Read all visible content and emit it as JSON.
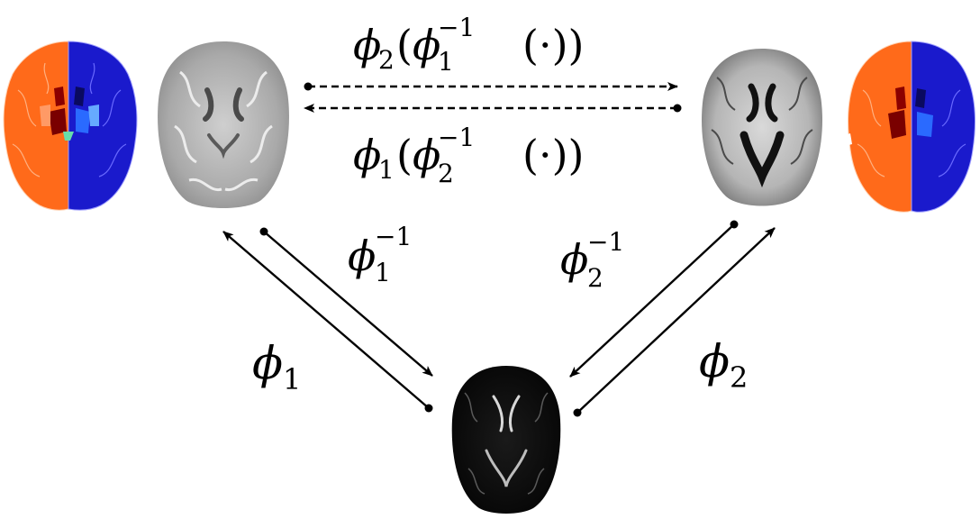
{
  "labels": {
    "top_forward": {
      "phi": "ϕ",
      "sub": "2",
      "open": "(",
      "phi_inner": "ϕ",
      "sup": "−1",
      "inner_sub": "1",
      "arg": "(·))"
    },
    "top_backward": {
      "phi": "ϕ",
      "sub": "1",
      "open": "(",
      "phi_inner": "ϕ",
      "sup": "−1",
      "inner_sub": "2",
      "arg": "(·))"
    },
    "left_inverse": {
      "phi": "ϕ",
      "sup": "−1",
      "sub": "1"
    },
    "right_inverse": {
      "phi": "ϕ",
      "sup": "−1",
      "sub": "2"
    },
    "left_forward": {
      "phi": "ϕ",
      "sub": "1"
    },
    "right_forward": {
      "phi": "ϕ",
      "sub": "2"
    }
  },
  "colors": {
    "left_hemisphere_label": "#ff6a1a",
    "right_hemisphere_label": "#1a1acc",
    "atlas_tint": "#e4e4e4",
    "template_bg": "#0b0b0b",
    "arrow": "#000000"
  }
}
